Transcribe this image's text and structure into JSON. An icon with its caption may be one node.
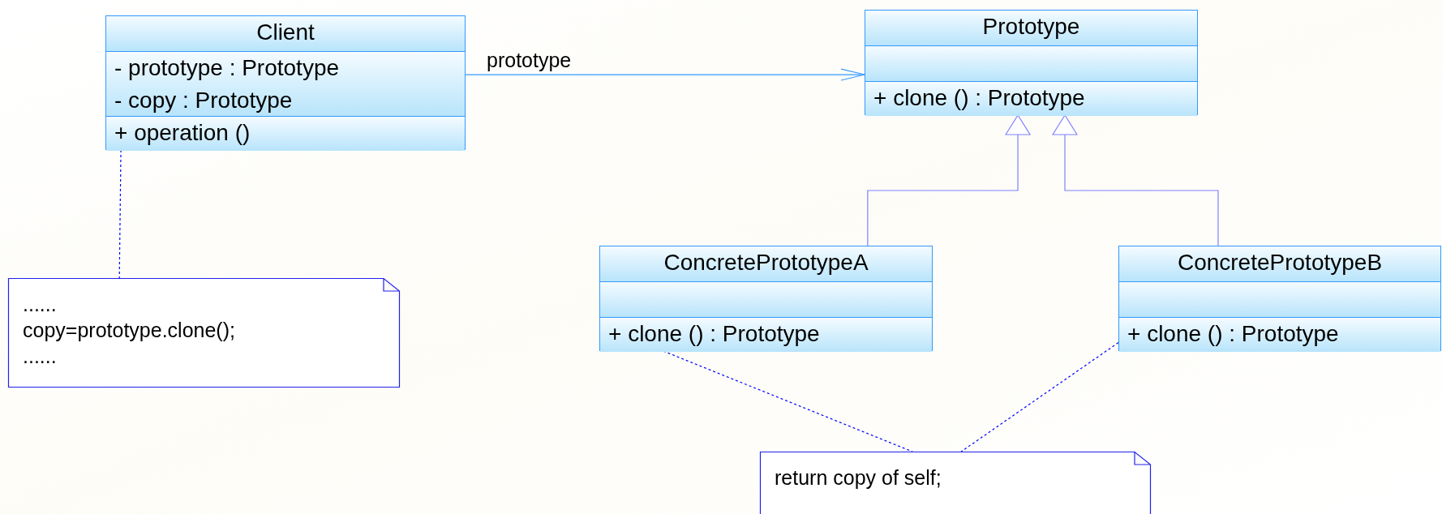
{
  "diagram": {
    "nodes": [
      {
        "text": [
          "Client",
          "- prototype : Prototype",
          "- copy : Prototype",
          "+ operation ()"
        ]
      },
      {
        "text": [
          "Prototype",
          "+ clone () : Prototype"
        ]
      },
      {
        "text": [
          "ConcretePrototypeA",
          "+ clone () : Prototype"
        ]
      },
      {
        "text": [
          "ConcretePrototypeB",
          "+ clone () : Prototype"
        ]
      },
      {
        "text": [
          "......",
          "copy=prototype.clone();",
          "......"
        ]
      },
      {
        "text": [
          "return copy of self;"
        ]
      }
    ],
    "edges": [
      {
        "from": 0,
        "to": 1,
        "arrow": "to",
        "label": "prototype",
        "color": "#3399ff"
      },
      {
        "from": 2,
        "to": 1,
        "arrow": "to",
        "color": "#8080ff"
      },
      {
        "from": 3,
        "to": 1,
        "arrow": "to",
        "color": "#8080ff"
      },
      {
        "from": 0,
        "to": 4,
        "arrow": "none",
        "style": "dashed",
        "color": "#0000ff"
      },
      {
        "from": 2,
        "to": 5,
        "arrow": "none",
        "style": "dashed",
        "color": "#0000ff"
      },
      {
        "from": 3,
        "to": 5,
        "arrow": "none",
        "style": "dashed",
        "color": "#0000ff"
      }
    ]
  }
}
